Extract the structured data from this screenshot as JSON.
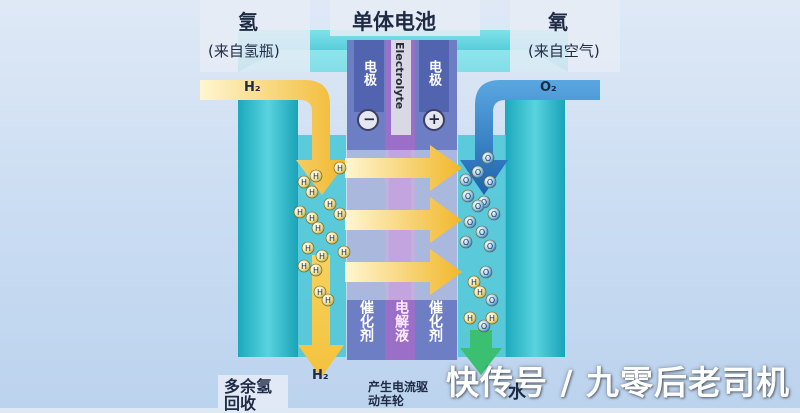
{
  "header": {
    "title": "单体电池"
  },
  "left": {
    "title": "氢",
    "subtitle": "(来自氢瓶)",
    "inlet": "H₂",
    "outlet": "H₂",
    "outlet_note": "多余氢回收"
  },
  "right": {
    "title": "氧",
    "subtitle": "(来自空气)",
    "inlet": "O₂",
    "outlet_note": "水"
  },
  "center": {
    "top_labels": [
      "电极",
      "Electrolyte",
      "电极"
    ],
    "bottom_labels": [
      "催化剂",
      "电解液",
      "催化剂"
    ],
    "minus_sign": "−",
    "plus_sign": "+",
    "bottom_note": "产生电流驱动车轮"
  },
  "particles": {
    "hydrogen": "H",
    "oxygen": "O"
  },
  "watermark": "快传号 / 九零后老司机",
  "colors": {
    "housing": "#34c3d2",
    "arrow": "#f3c23c",
    "oxygen_arrow": "#2c7fc4",
    "electrolyte": "#9b6fc7",
    "water": "#3ac070"
  }
}
